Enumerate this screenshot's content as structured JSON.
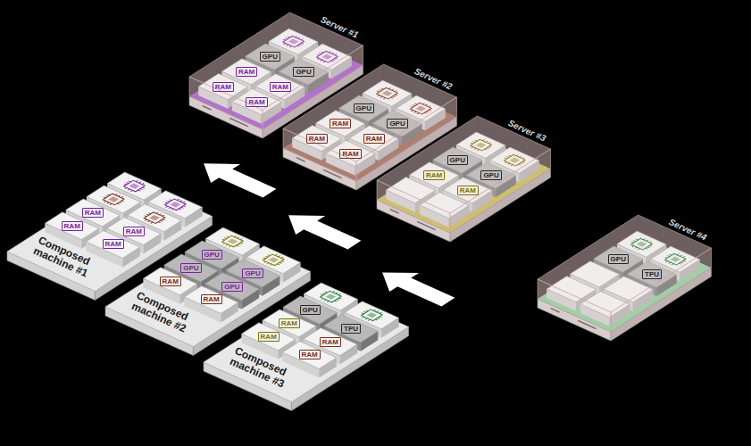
{
  "diagram": {
    "nodes": [
      {
        "text": [
          "Server #1"
        ]
      },
      {
        "text": [
          "Server #2"
        ]
      },
      {
        "text": [
          "Server #3"
        ]
      },
      {
        "text": [
          "Server #4"
        ]
      },
      {
        "text": [
          "Composed machine #1"
        ]
      },
      {
        "text": [
          "Composed machine #2"
        ]
      },
      {
        "text": [
          "Composed machine #3"
        ]
      }
    ],
    "labels": [
      "RAM",
      "RAM",
      "GPU",
      "RAM",
      "RAM",
      "GPU",
      "RAM",
      "RAM",
      "GPU",
      "RAM",
      "RAM",
      "GPU",
      "RAM",
      "GPU",
      "RAM",
      "GPU",
      "GPU",
      "TPU",
      "RAM",
      "RAM",
      "RAM",
      "RAM",
      "RAM",
      "GPU",
      "GPU",
      "RAM",
      "GPU",
      "GPU",
      "RAM",
      "RAM",
      "GPU",
      "RAM",
      "RAM",
      "TPU"
    ]
  }
}
